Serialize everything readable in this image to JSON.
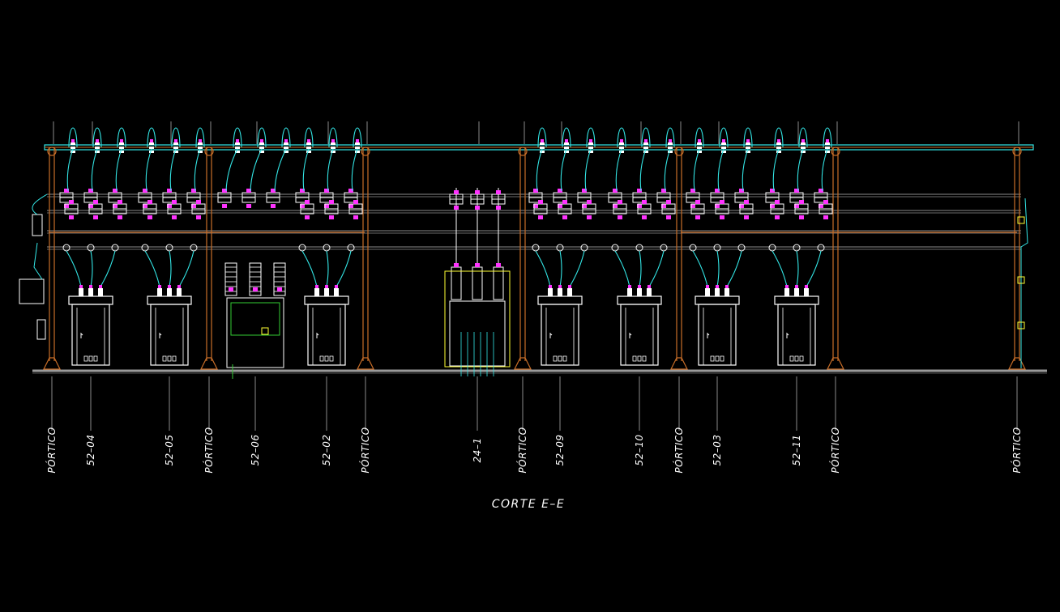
{
  "drawing": {
    "title": "CORTE E–E",
    "bays": [
      {
        "label": "PÓRTICO",
        "kind": "portico"
      },
      {
        "label": "52–04",
        "kind": "breaker"
      },
      {
        "label": "52–05",
        "kind": "breaker"
      },
      {
        "label": "PÓRTICO",
        "kind": "portico"
      },
      {
        "label": "52–06",
        "kind": "deadtank"
      },
      {
        "label": "52–02",
        "kind": "breaker"
      },
      {
        "label": "PÓRTICO",
        "kind": "portico"
      },
      {
        "label": "24–1",
        "kind": "switch"
      },
      {
        "label": "PÓRTICO",
        "kind": "portico"
      },
      {
        "label": "52–09",
        "kind": "breaker"
      },
      {
        "label": "52–10",
        "kind": "breaker"
      },
      {
        "label": "PÓRTICO",
        "kind": "portico"
      },
      {
        "label": "52–03",
        "kind": "breaker"
      },
      {
        "label": "52–11",
        "kind": "breaker"
      },
      {
        "label": "PÓRTICO",
        "kind": "portico"
      },
      {
        "label": "PÓRTICO",
        "kind": "portico"
      }
    ],
    "colors": {
      "background": "#000000",
      "structure": "#c86e28",
      "conductor": "#33e6e6",
      "equipment": "#ffffff",
      "insulator_tag": "#ff33ff",
      "accent": "#ffff33",
      "ground": "#9a9a9a",
      "control": "#33cc33",
      "callout": "#8a8a8a"
    }
  }
}
